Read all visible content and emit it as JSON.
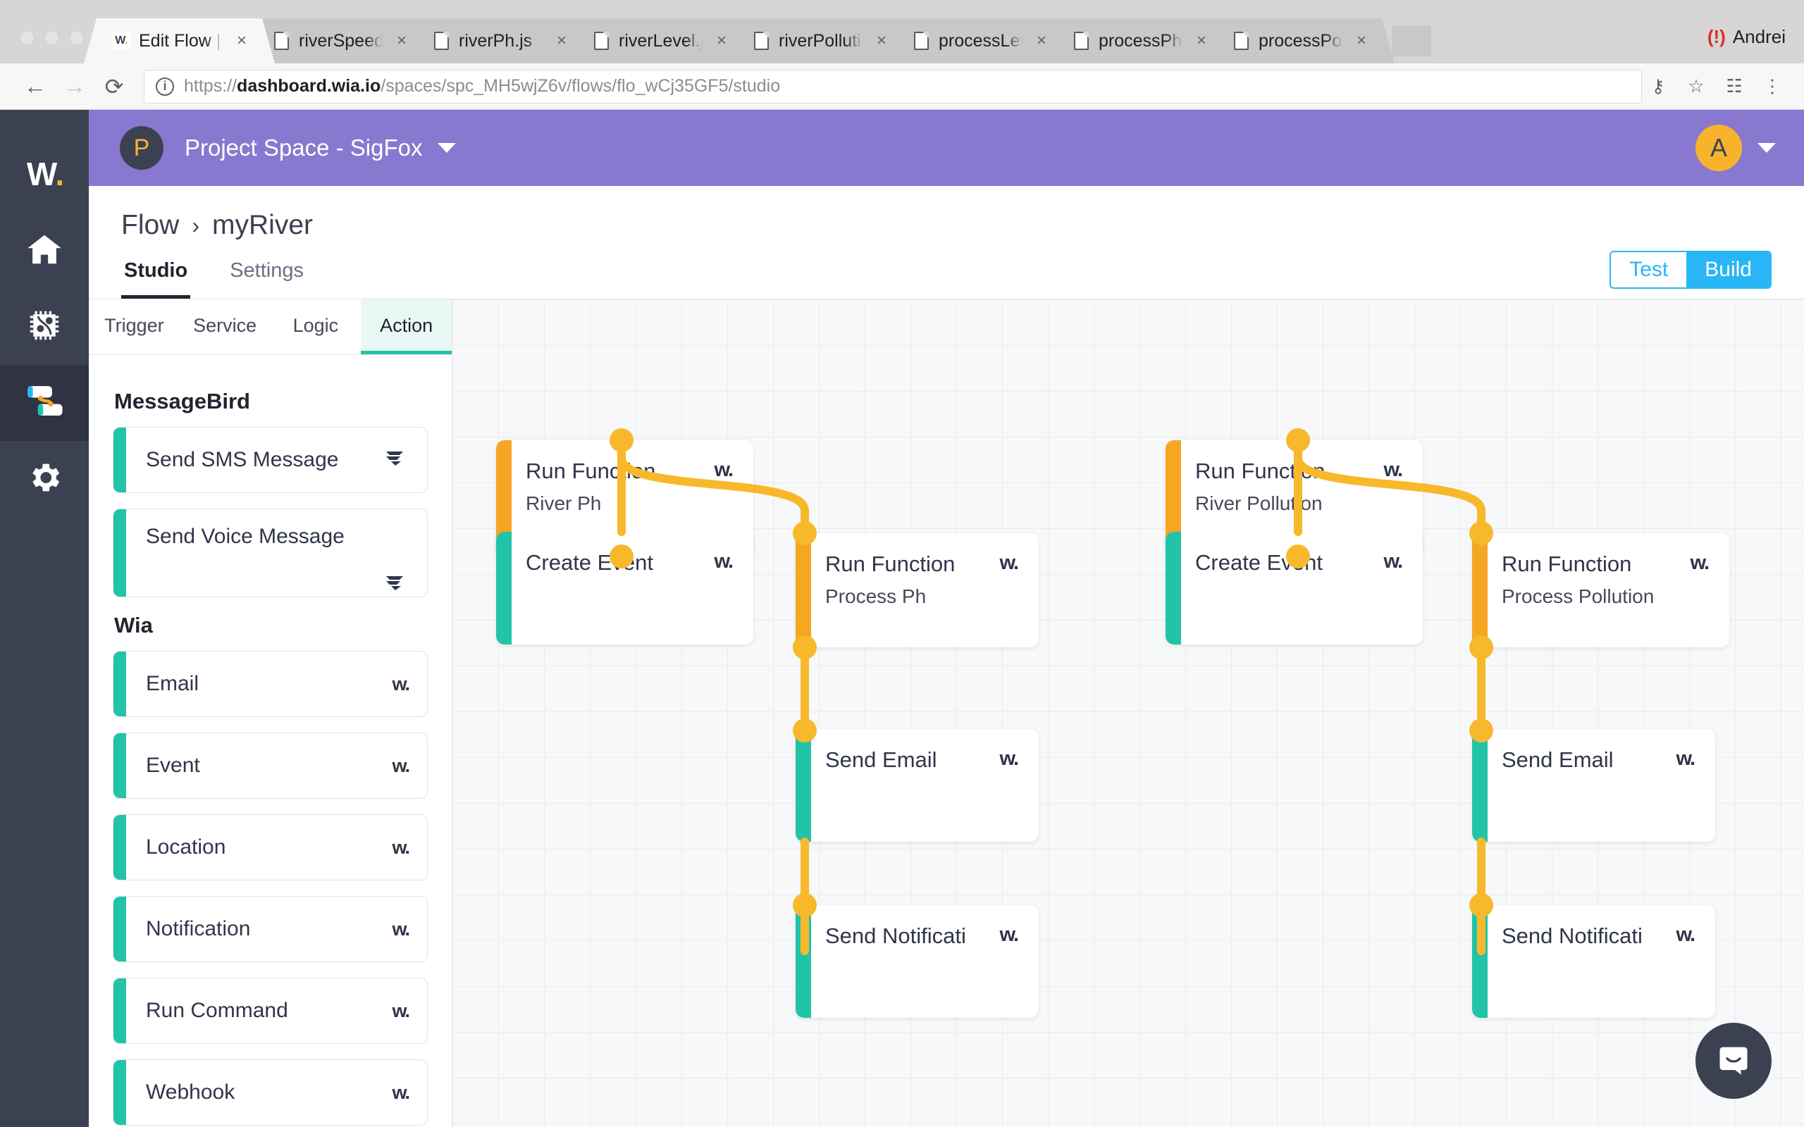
{
  "browser": {
    "tabs": [
      {
        "title": "Edit Flow | Wia",
        "favicon": "wia-icon",
        "active": true
      },
      {
        "title": "riverSpeed.js",
        "favicon": "js-file-icon",
        "active": false
      },
      {
        "title": "riverPh.js",
        "favicon": "js-file-icon",
        "active": false
      },
      {
        "title": "riverLevel.js",
        "favicon": "js-file-icon",
        "active": false
      },
      {
        "title": "riverPollution.js",
        "favicon": "js-file-icon",
        "active": false
      },
      {
        "title": "processLevel.js",
        "favicon": "js-file-icon",
        "active": false
      },
      {
        "title": "processPh.js",
        "favicon": "js-file-icon",
        "active": false
      },
      {
        "title": "processPollution.js",
        "favicon": "js-file-icon",
        "active": false
      }
    ],
    "close_glyph": "×",
    "new_tab_name": "new-tab-button",
    "profile": {
      "warning_glyph": "(!)",
      "name": "Andrei"
    },
    "nav": {
      "back": "←",
      "forward": "→",
      "reload": "⟳"
    },
    "url": {
      "scheme": "https://",
      "domain": "dashboard.wia.io",
      "path": "/spaces/spc_MH5wjZ6v/flows/flo_wCj35GF5/studio",
      "full": "https://dashboard.wia.io/spaces/spc_MH5wjZ6v/flows/flo_wCj35GF5/studio",
      "security_label": "i"
    },
    "omni_icons": {
      "key": "⚷",
      "star": "☆",
      "extensions": "☷",
      "menu": "⋮"
    }
  },
  "rail": {
    "logo": {
      "text": "W",
      "dot": "."
    },
    "items": [
      {
        "name": "home-icon",
        "active": false
      },
      {
        "name": "devices-chip-icon",
        "active": false
      },
      {
        "name": "flows-icon",
        "active": true
      },
      {
        "name": "settings-gear-icon",
        "active": false
      }
    ]
  },
  "space_bar": {
    "avatar_letter": "P",
    "space_name": "Project Space - SigFox",
    "user_avatar_letter": "A"
  },
  "page": {
    "breadcrumb": {
      "root": "Flow",
      "separator": "›",
      "current": "myRiver"
    },
    "tabs": [
      {
        "label": "Studio",
        "active": true
      },
      {
        "label": "Settings",
        "active": false
      }
    ],
    "mode_toggle": {
      "left": "Test",
      "right": "Build",
      "active": "Build",
      "accent": "#29b6f6"
    }
  },
  "palette": {
    "tabs": [
      {
        "label": "Trigger",
        "active": false
      },
      {
        "label": "Service",
        "active": false
      },
      {
        "label": "Logic",
        "active": false
      },
      {
        "label": "Action",
        "active": true
      }
    ],
    "accent": "#22c3a6",
    "groups": [
      {
        "name": "MessageBird",
        "items": [
          {
            "label": "Send SMS Message",
            "icon": "messagebird-icon",
            "two_line": false
          },
          {
            "label": "Send Voice Message",
            "icon": "messagebird-icon",
            "two_line": true
          }
        ]
      },
      {
        "name": "Wia",
        "items": [
          {
            "label": "Email",
            "icon": "wia-icon",
            "two_line": false
          },
          {
            "label": "Event",
            "icon": "wia-icon",
            "two_line": false
          },
          {
            "label": "Location",
            "icon": "wia-icon",
            "two_line": false
          },
          {
            "label": "Notification",
            "icon": "wia-icon",
            "two_line": false
          },
          {
            "label": "Run Command",
            "icon": "wia-icon",
            "two_line": false
          },
          {
            "label": "Webhook",
            "icon": "wia-icon",
            "two_line": false
          }
        ]
      }
    ]
  },
  "canvas": {
    "grid": true,
    "node_colors": {
      "function": "#f5a623",
      "action": "#22c3a6"
    },
    "wire_color": "#f7b92b",
    "nodes": [
      {
        "id": "n1",
        "title": "Run Function",
        "subtitle": "River Ph",
        "accent": "function",
        "icon": "wia-icon"
      },
      {
        "id": "n2",
        "title": "Create Event",
        "subtitle": "",
        "accent": "action",
        "icon": "wia-icon"
      },
      {
        "id": "n3",
        "title": "Run Function",
        "subtitle": "Process Ph",
        "accent": "function",
        "icon": "wia-icon"
      },
      {
        "id": "n4",
        "title": "Send Email",
        "subtitle": "",
        "accent": "action",
        "icon": "wia-icon"
      },
      {
        "id": "n5",
        "title": "Send Notificati",
        "subtitle": "",
        "accent": "action",
        "icon": "wia-icon"
      },
      {
        "id": "n6",
        "title": "Run Function",
        "subtitle": "River Pollution",
        "accent": "function",
        "icon": "wia-icon"
      },
      {
        "id": "n7",
        "title": "Create Event",
        "subtitle": "",
        "accent": "action",
        "icon": "wia-icon"
      },
      {
        "id": "n8",
        "title": "Run Function",
        "subtitle": "Process Pollution",
        "accent": "function",
        "icon": "wia-icon"
      },
      {
        "id": "n9",
        "title": "Send Email",
        "subtitle": "",
        "accent": "action",
        "icon": "wia-icon"
      },
      {
        "id": "n10",
        "title": "Send Notificati",
        "subtitle": "",
        "accent": "action",
        "icon": "wia-icon"
      }
    ],
    "intercom_launcher": "chat-bubble-icon"
  }
}
